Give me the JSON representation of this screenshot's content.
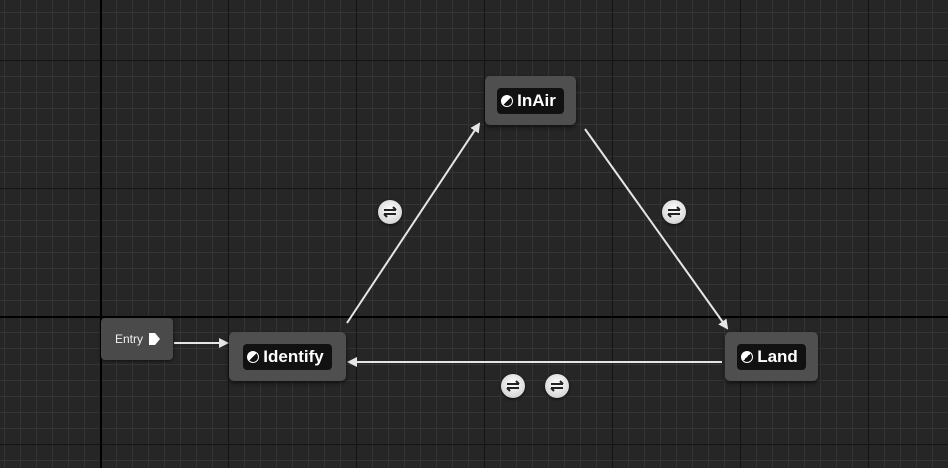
{
  "graph": {
    "entry": {
      "label": "Entry"
    },
    "states": {
      "inair": {
        "label": "InAir",
        "icon": "state-machine-icon"
      },
      "identify": {
        "label": "Identify",
        "icon": "state-machine-icon"
      },
      "land": {
        "label": "Land",
        "icon": "state-machine-icon"
      }
    },
    "transitions": [
      {
        "from": "Identify",
        "to": "InAir",
        "icon": "transition-rule-icon"
      },
      {
        "from": "InAir",
        "to": "Land",
        "icon": "transition-rule-icon"
      },
      {
        "from": "Land",
        "to": "Identify",
        "icon": "transition-rule-icon"
      },
      {
        "from": "Land",
        "to": "Identify",
        "icon": "transition-rule-icon"
      }
    ],
    "colors": {
      "background": "#262626",
      "wire": "#e6e6e6",
      "node": "#4f4f4f",
      "node_title": "#111111"
    }
  }
}
